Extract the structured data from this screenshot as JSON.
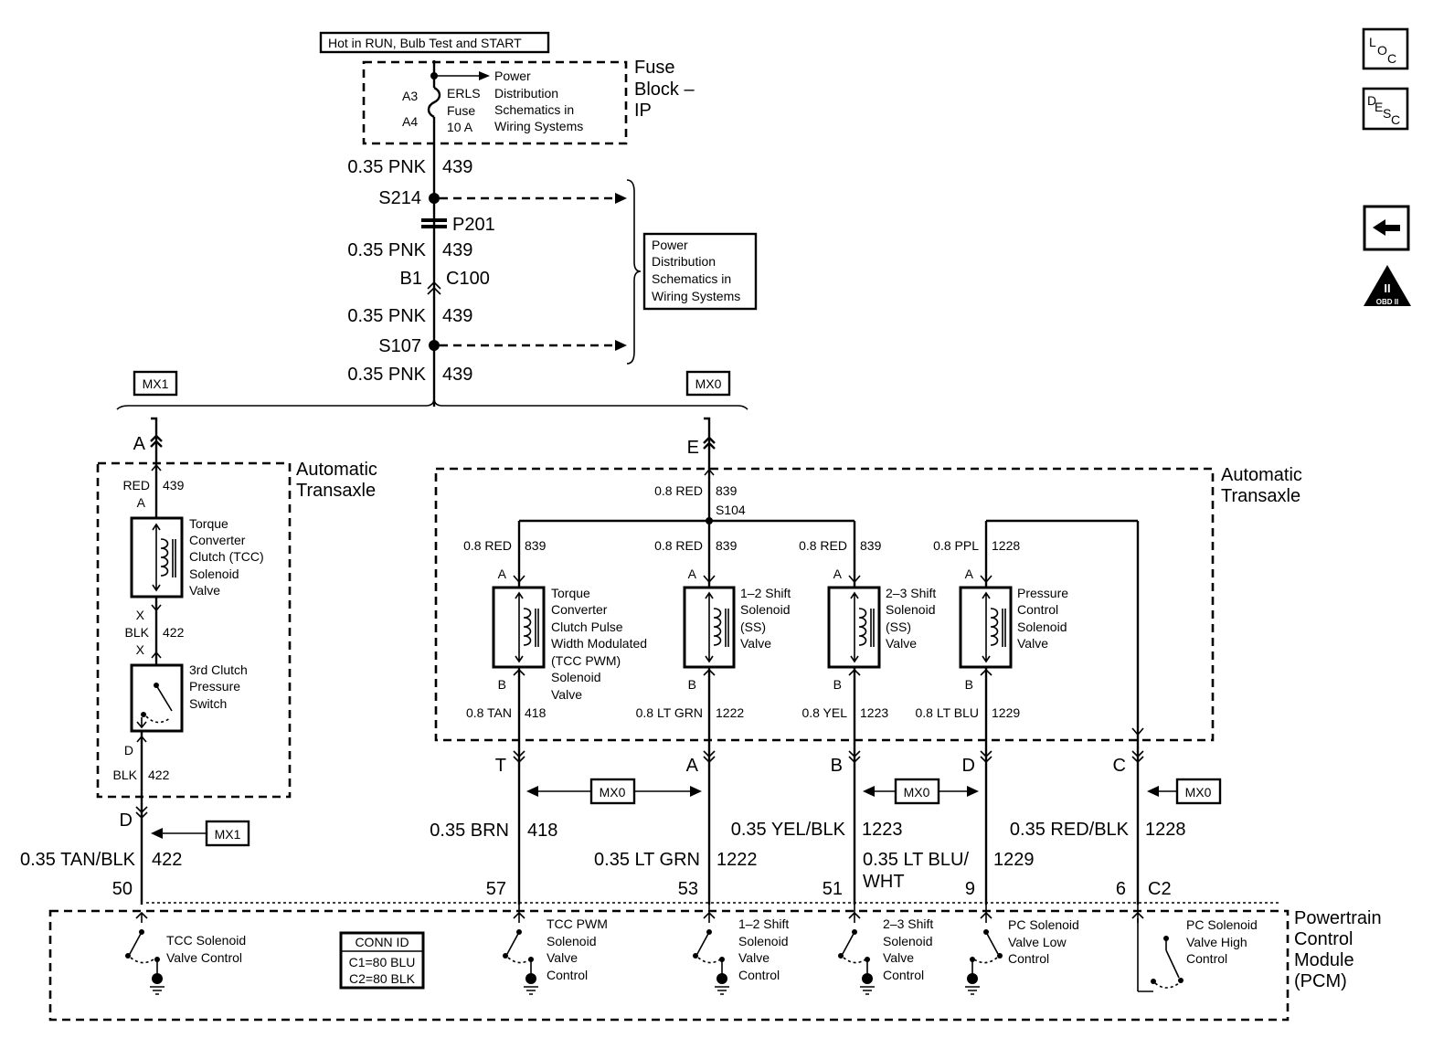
{
  "hot_label": "Hot in RUN, Bulb Test and START",
  "fuse_block": {
    "title": [
      "Fuse",
      "Block –",
      "IP"
    ],
    "pin_a3": "A3",
    "pin_a4": "A4",
    "fuse_name": "ERLS",
    "fuse_word": "Fuse",
    "fuse_rating": "10 A",
    "pds_ref": [
      "Power",
      "Distribution",
      "Schematics in",
      "Wiring Systems"
    ]
  },
  "feed": {
    "wire1_gauge": "0.35 PNK",
    "wire1_circuit": "439",
    "splice1": "S214",
    "connector_p": "P201",
    "wire2_gauge": "0.35 PNK",
    "wire2_circuit": "439",
    "c100_pin": "B1",
    "c100": "C100",
    "wire3_gauge": "0.35 PNK",
    "wire3_circuit": "439",
    "splice2": "S107",
    "wire4_gauge": "0.35 PNK",
    "wire4_circuit": "439"
  },
  "pds_box": [
    "Power",
    "Distribution",
    "Schematics in",
    "Wiring Systems"
  ],
  "options": {
    "mx1": "MX1",
    "mx0": "MX0"
  },
  "left_trans": {
    "title": [
      "Automatic",
      "Transaxle"
    ],
    "entry_pin": "A",
    "wire_top_color": "RED",
    "wire_top_circuit": "439",
    "sol_pin_a": "A",
    "tcc_label": [
      "Torque",
      "Converter",
      "Clutch (TCC)",
      "Solenoid",
      "Valve"
    ],
    "pin_x1": "X",
    "mid_color": "BLK",
    "mid_circuit": "422",
    "pin_x2": "X",
    "switch_label": [
      "3rd Clutch",
      "Pressure",
      "Switch"
    ],
    "pin_d": "D",
    "bottom_color": "BLK",
    "bottom_circuit": "422"
  },
  "right_trans": {
    "title": [
      "Automatic",
      "Transaxle"
    ],
    "entry_pin": "E",
    "feed_gauge": "0.8 RED",
    "feed_circuit": "839",
    "splice": "S104",
    "solenoids": [
      {
        "in_gauge": "0.8 RED",
        "in_circuit": "839",
        "pin_a": "A",
        "pin_b": "B",
        "label": [
          "Torque",
          "Converter",
          "Clutch Pulse",
          "Width Modulated",
          "(TCC PWM)",
          "Solenoid",
          "Valve"
        ],
        "out_gauge": "0.8 TAN",
        "out_circuit": "418"
      },
      {
        "in_gauge": "0.8 RED",
        "in_circuit": "839",
        "pin_a": "A",
        "pin_b": "B",
        "label": [
          "1–2 Shift",
          "Solenoid",
          "(SS)",
          "Valve"
        ],
        "out_gauge": "0.8 LT GRN",
        "out_circuit": "1222"
      },
      {
        "in_gauge": "0.8 RED",
        "in_circuit": "839",
        "pin_a": "A",
        "pin_b": "B",
        "label": [
          "2–3 Shift",
          "Solenoid",
          "(SS)",
          "Valve"
        ],
        "out_gauge": "0.8 YEL",
        "out_circuit": "1223"
      },
      {
        "in_gauge": "0.8 PPL",
        "in_circuit": "1228",
        "pin_a": "A",
        "pin_b": "B",
        "label": [
          "Pressure",
          "Control",
          "Solenoid",
          "Valve"
        ],
        "out_gauge": "0.8 LT BLU",
        "out_circuit": "1229"
      }
    ],
    "out_pins": [
      "T",
      "A",
      "B",
      "D",
      "C"
    ]
  },
  "pcm_wires": {
    "d_pin": "D",
    "w422_gauge": "0.35 TAN/BLK",
    "w422_circuit": "422",
    "w418_gauge": "0.35 BRN",
    "w418_circuit": "418",
    "w1222_gauge": "0.35 LT GRN",
    "w1222_circuit": "1222",
    "w1223_gauge": "0.35 YEL/BLK",
    "w1223_circuit": "1223",
    "w1229_gauge": [
      "0.35 LT BLU/",
      "WHT"
    ],
    "w1229_circuit": "1229",
    "w1228_gauge": "0.35 RED/BLK",
    "w1228_circuit": "1228",
    "pcm_pins": [
      "50",
      "57",
      "53",
      "51",
      "9",
      "6"
    ],
    "pcm_conn": "C2"
  },
  "pcm": {
    "title": [
      "Powertrain",
      "Control",
      "Module",
      "(PCM)"
    ],
    "conn_id": [
      "CONN ID",
      "C1=80 BLU",
      "C2=80 BLK"
    ],
    "drivers": [
      [
        "TCC Solenoid",
        "Valve Control"
      ],
      [
        "TCC PWM",
        "Solenoid",
        "Valve",
        "Control"
      ],
      [
        "1–2 Shift",
        "Solenoid",
        "Valve",
        "Control"
      ],
      [
        "2–3 Shift",
        "Solenoid",
        "Valve",
        "Control"
      ],
      [
        "PC Solenoid",
        "Valve Low",
        "Control"
      ],
      [
        "PC Solenoid",
        "Valve High",
        "Control"
      ]
    ]
  },
  "side_icons": {
    "loc": [
      "L",
      "O",
      "C"
    ],
    "desc": [
      "D",
      "E",
      "S",
      "C"
    ],
    "back": "back-arrow-icon",
    "obd": [
      "II",
      "OBD II"
    ]
  }
}
